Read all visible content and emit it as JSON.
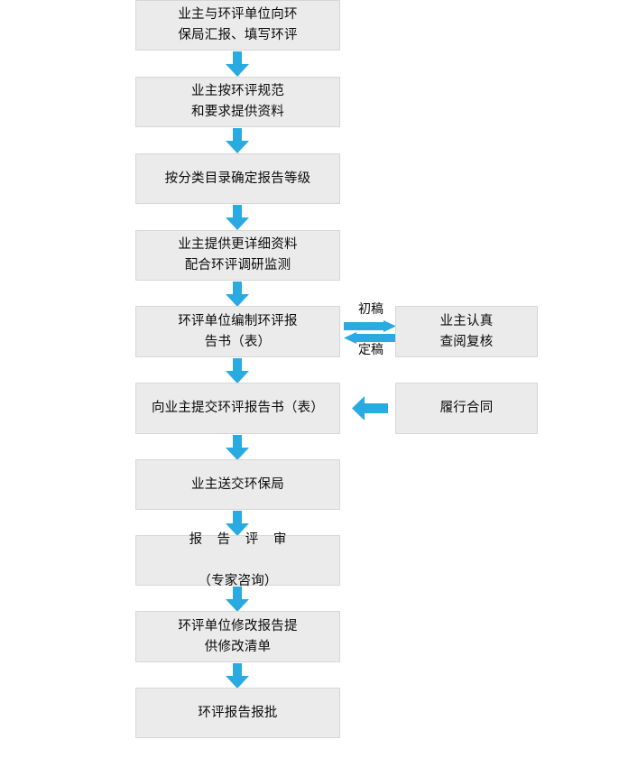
{
  "diagram": {
    "title": "环评流程图",
    "colors": {
      "node_fill": "#ebebeb",
      "node_border": "#d6d6d6",
      "arrow": "#29abe2",
      "text": "#0a0a0a",
      "background": "#ffffff"
    }
  },
  "main_flow": [
    {
      "id": "n1",
      "text": "业主与环评单位向环\n保局汇报、填写环评"
    },
    {
      "id": "n2",
      "text": "业主按环评规范\n和要求提供资料"
    },
    {
      "id": "n3",
      "text": "按分类目录确定报告等级"
    },
    {
      "id": "n4",
      "text": "业主提供更详细资料\n配合环评调研监测"
    },
    {
      "id": "n5",
      "text": "环评单位编制环评报\n告书（表）"
    },
    {
      "id": "n6",
      "text": "向业主提交环评报告书（表）"
    },
    {
      "id": "n7",
      "text": "业主送交环保局"
    },
    {
      "id": "n8",
      "line1": "报 告 评 审",
      "line2": "（专家咨询）"
    },
    {
      "id": "n9",
      "text": "环评单位修改报告提\n供修改清单"
    },
    {
      "id": "n10",
      "text": "环评报告报批"
    }
  ],
  "side_flow": [
    {
      "id": "s1",
      "text": "业主认真\n查阅复核"
    },
    {
      "id": "s2",
      "text": "履行合同"
    }
  ],
  "edge_labels": {
    "draft": "初稿",
    "final": "定稿"
  },
  "icons": {
    "arrow_down": "arrow-down-icon",
    "arrow_left": "arrow-left-icon",
    "arrow_right": "arrow-right-icon"
  }
}
